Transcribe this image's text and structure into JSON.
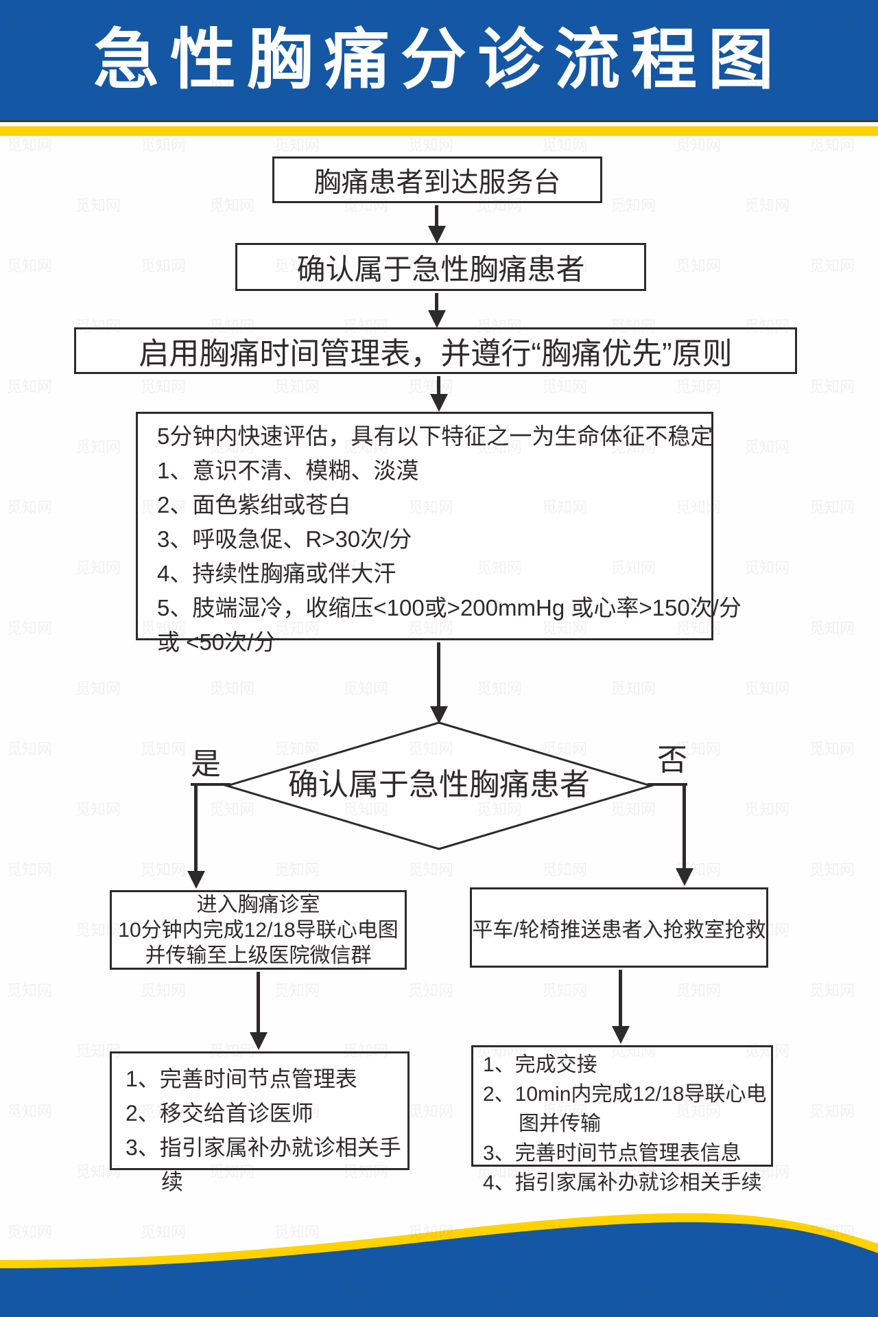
{
  "title": "急性胸痛分诊流程图",
  "watermark": {
    "text": "觅知网"
  },
  "colors": {
    "header_blue": "#1457A5",
    "stripe_yellow": "#FFD200",
    "line_dark": "#2E2A2B"
  },
  "flowchart": {
    "box1": {
      "text": "胸痛患者到达服务台"
    },
    "box2": {
      "text": "确认属于急性胸痛患者"
    },
    "box3": {
      "text": "启用胸痛时间管理表，并遵行“胸痛优先”原则"
    },
    "box4": {
      "lines": [
        "5分钟内快速评估，具有以下特征之一为生命体征不稳定",
        "1、意识不清、模糊、淡漠",
        "2、面色紫绀或苍白",
        "3、呼吸急促、R>30次/分",
        "4、持续性胸痛或伴大汗",
        "5、肢端湿冷，收缩压<100或>200mmHg 或心率>150次/分",
        "或 <50次/分"
      ]
    },
    "diamond": {
      "text": "确认属于急性胸痛患者",
      "yes_label": "是",
      "no_label": "否"
    },
    "left_box": {
      "lines": [
        "进入胸痛诊室",
        "10分钟内完成12/18导联心电图",
        "并传输至上级医院微信群"
      ]
    },
    "right_box": {
      "text": "平车/轮椅推送患者入抢救室抢救"
    },
    "bottom_left_box": {
      "items": [
        "1、完善时间节点管理表",
        "2、移交给首诊医师",
        "3、指引家属补办就诊相关手续"
      ]
    },
    "bottom_right_box": {
      "items": [
        "1、完成交接",
        "2、10min内完成12/18导联心电图并传输",
        "3、完善时间节点管理表信息",
        "4、指引家属补办就诊相关手续"
      ]
    }
  }
}
